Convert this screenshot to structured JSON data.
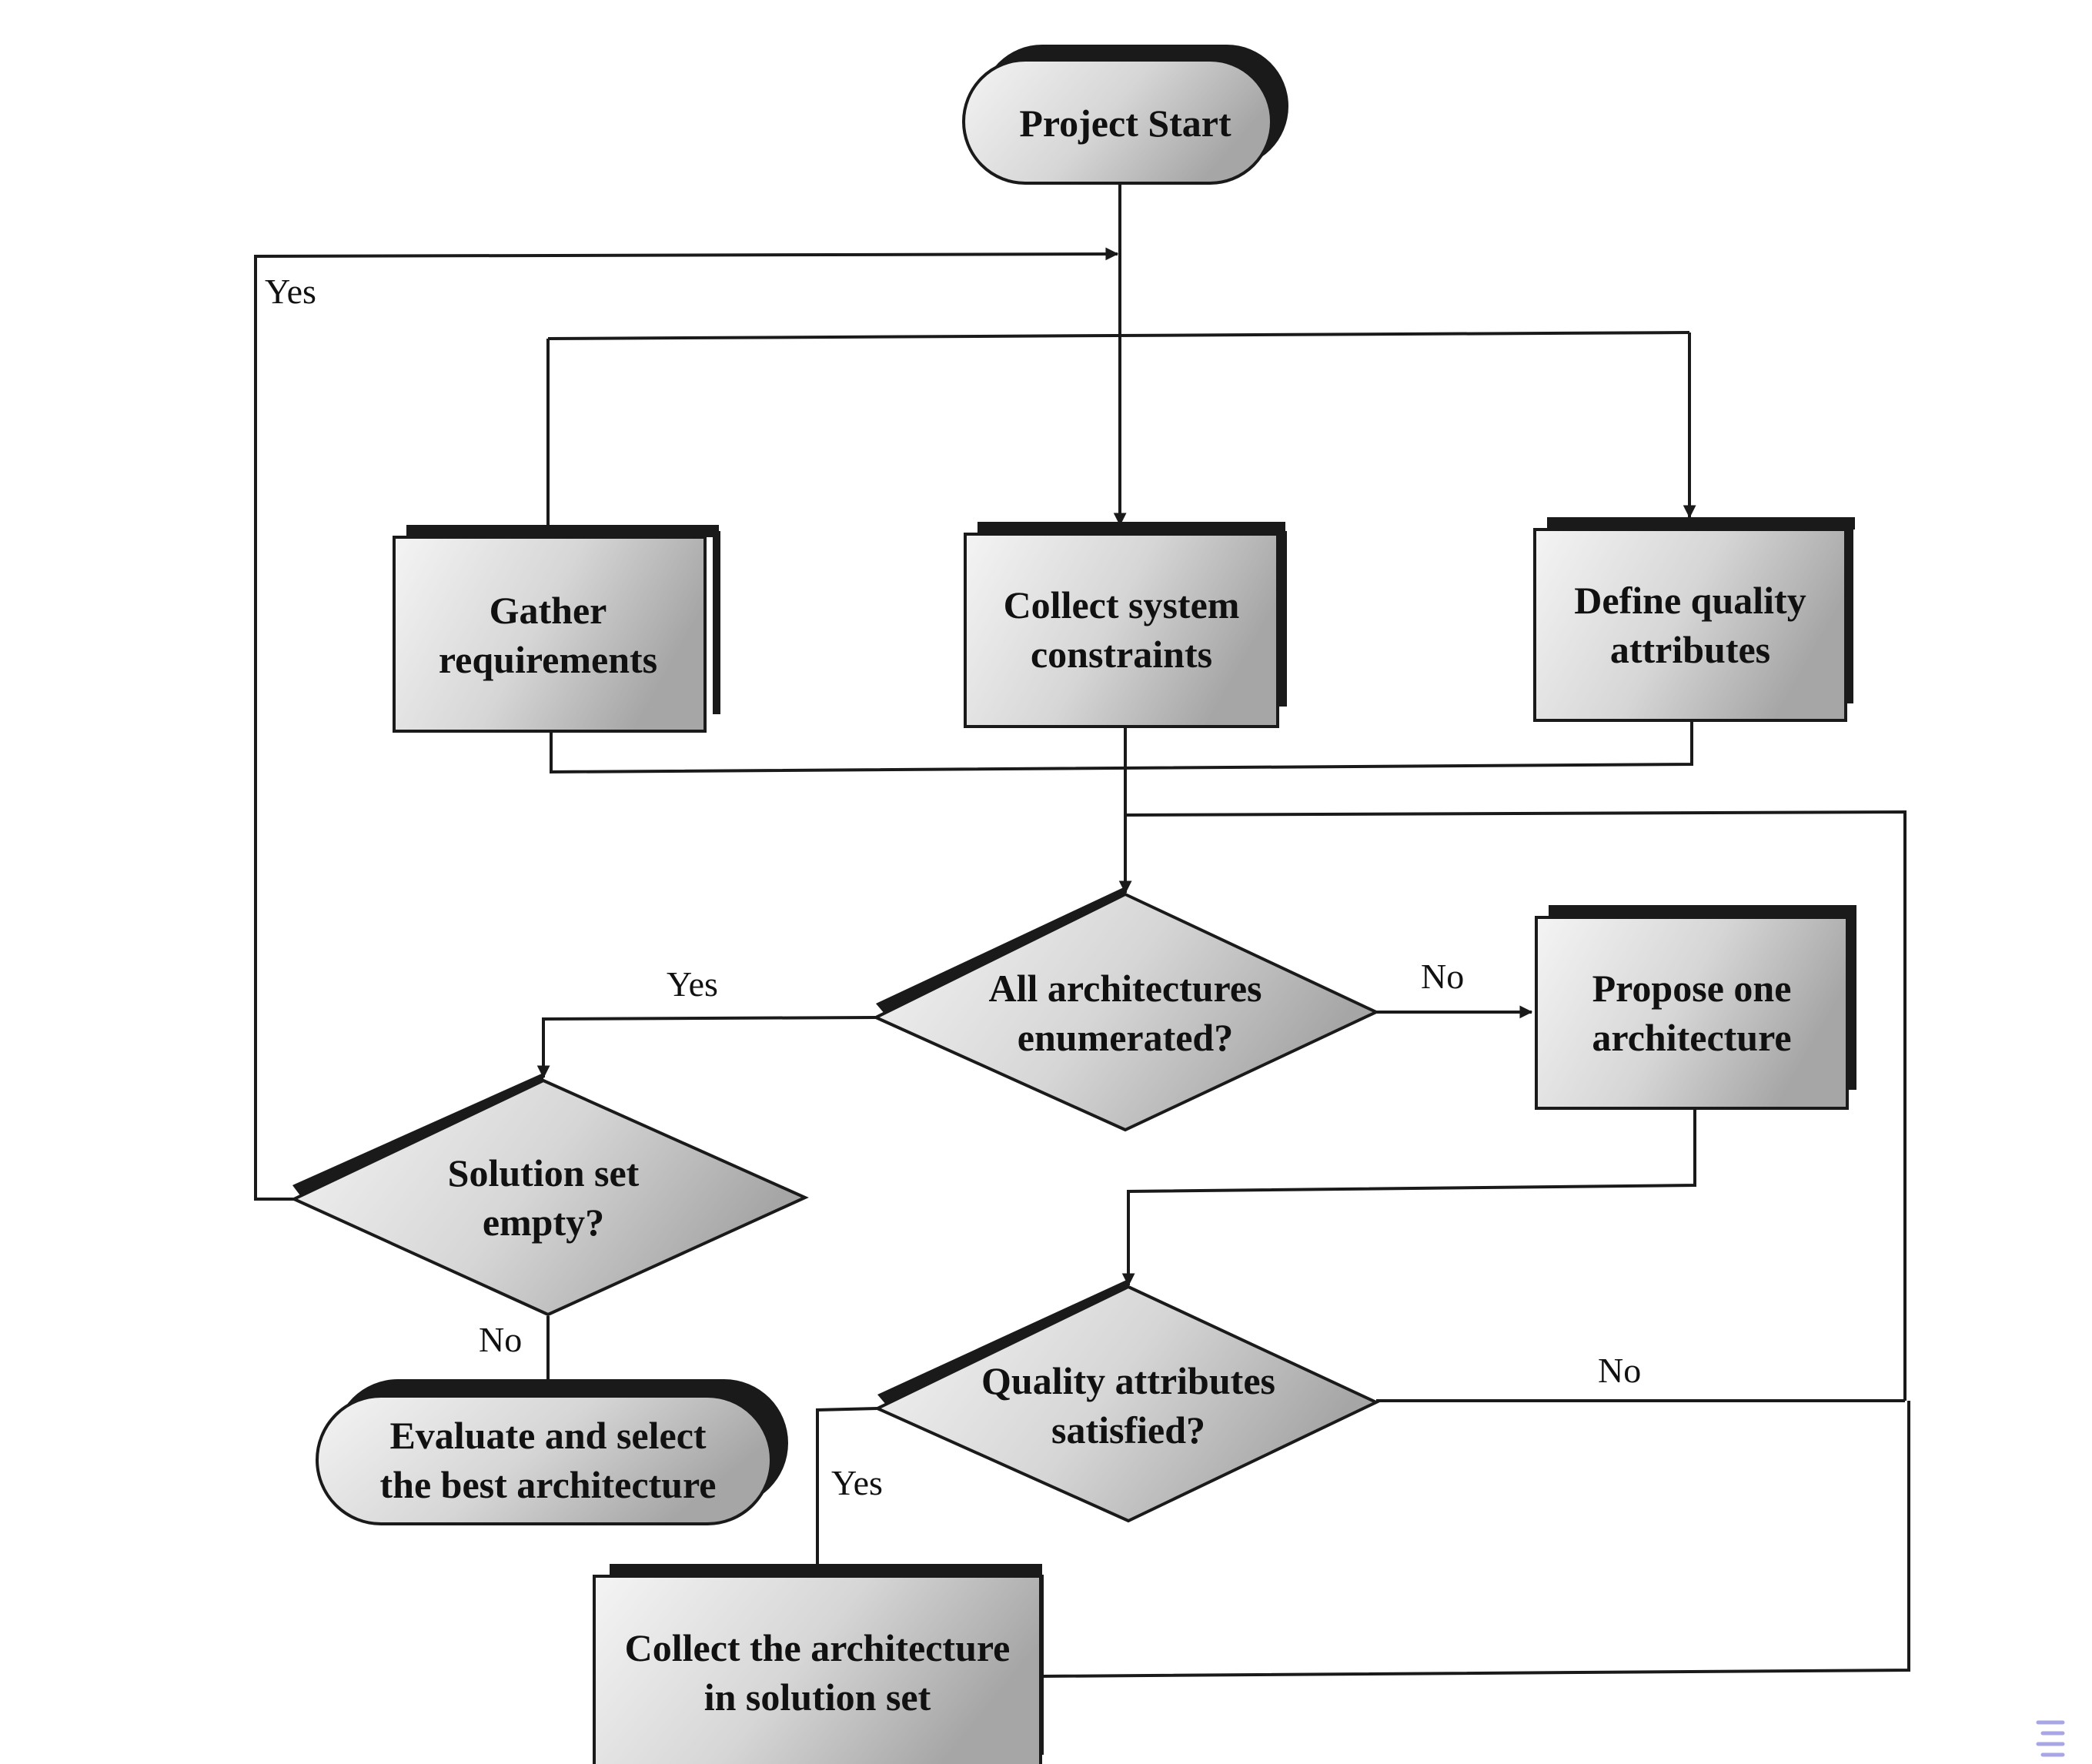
{
  "colors": {
    "ink": "#1a1a1a",
    "shade_light": "#f2f2f2",
    "shade_dark": "#a8a8a8",
    "menu_icon": "#a9a6e6"
  },
  "nodes": {
    "project_start": {
      "lines": [
        "Project Start"
      ]
    },
    "gather": {
      "lines": [
        "Gather",
        "requirements"
      ]
    },
    "collect_constraints": {
      "lines": [
        "Collect system",
        "constraints"
      ]
    },
    "define_quality": {
      "lines": [
        "Define quality",
        "attributes"
      ]
    },
    "all_enumerated": {
      "lines": [
        "All architectures",
        "enumerated?"
      ]
    },
    "propose": {
      "lines": [
        "Propose one",
        "architecture"
      ]
    },
    "solution_empty": {
      "lines": [
        "Solution set",
        "empty?"
      ]
    },
    "quality_satisfied": {
      "lines": [
        "Quality attributes",
        "satisfied?"
      ]
    },
    "evaluate": {
      "lines": [
        "Evaluate and select",
        "the best architecture"
      ]
    },
    "collect_solution": {
      "lines": [
        "Collect the architecture",
        "in solution set"
      ]
    }
  },
  "edge_labels": {
    "loop_yes": "Yes",
    "enumerated_yes": "Yes",
    "enumerated_no": "No",
    "empty_no": "No",
    "quality_no": "No",
    "quality_yes": "Yes"
  },
  "icons": {
    "corner": "menu-lines-icon"
  }
}
